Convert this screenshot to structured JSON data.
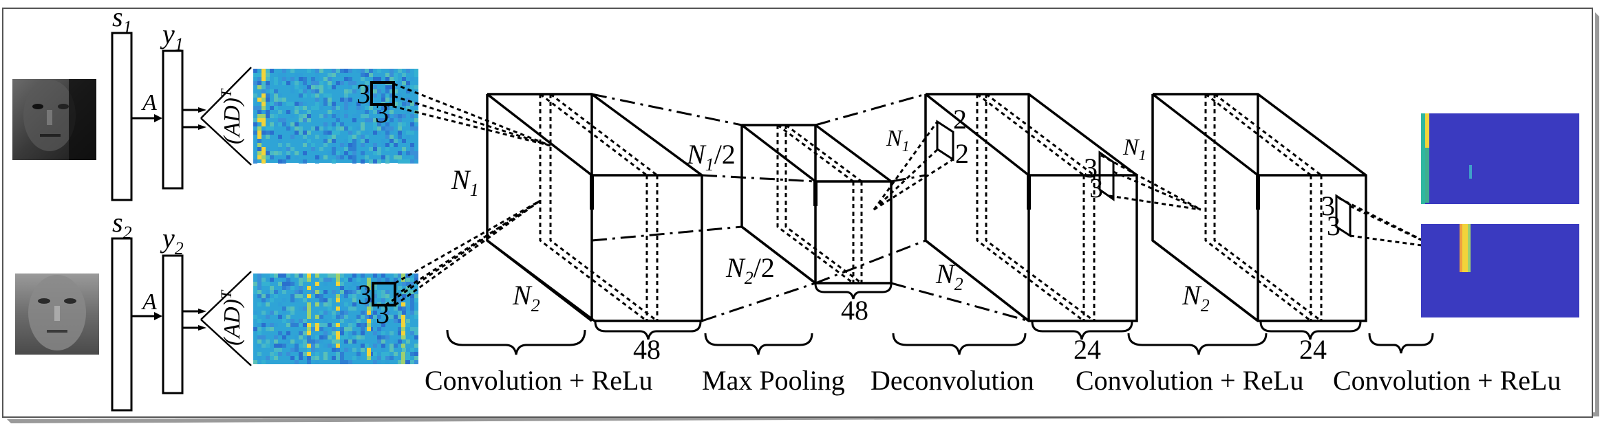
{
  "input_branch": {
    "top": {
      "signal": "s",
      "signal_sub": "1",
      "output": "y",
      "output_sub": "1",
      "matrix": "A",
      "operator": "(AD)",
      "operator_sup": "T",
      "kernel_h": "3",
      "kernel_w": "3"
    },
    "bottom": {
      "signal": "s",
      "signal_sub": "2",
      "output": "y",
      "output_sub": "2",
      "matrix": "A",
      "operator": "(AD)",
      "operator_sup": "T",
      "kernel_h": "3",
      "kernel_w": "3"
    }
  },
  "stages": [
    {
      "caption": "Convolution + ReLu",
      "depth": "48",
      "height": "N",
      "height_sub": "1",
      "width": "N",
      "width_sub": "2"
    },
    {
      "caption": "Max Pooling",
      "depth": "48",
      "height": "N",
      "height_sub": "1",
      "height_suffix": "/2",
      "width": "N",
      "width_sub": "2",
      "width_suffix": "/2"
    },
    {
      "caption": "Deconvolution",
      "depth": "24",
      "height": "N",
      "height_sub": "1",
      "width": "N",
      "width_sub": "2",
      "kernel_h": "2",
      "kernel_w": "2"
    },
    {
      "caption": "Convolution + ReLu",
      "depth": "24",
      "height": "N",
      "height_sub": "1",
      "width": "N",
      "width_sub": "2",
      "kernel_h": "3",
      "kernel_w": "3"
    },
    {
      "caption": "Convolution + ReLu",
      "kernel_h": "3",
      "kernel_w": "3"
    }
  ],
  "colors": {
    "heatmap_base": "#2fa4d6",
    "heatmap_dark": "#2a3cc0",
    "heatmap_yellow": "#f2d43a",
    "output_base": "#3a3ac0",
    "output_teal": "#2fb7a0",
    "line": "#000000"
  }
}
